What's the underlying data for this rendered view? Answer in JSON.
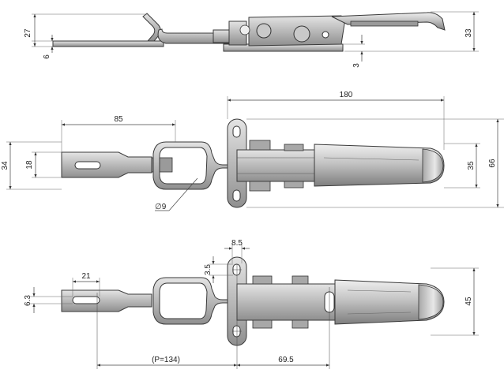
{
  "colors": {
    "metal_light": "#d6d6d6",
    "metal_mid": "#b4b4b4",
    "metal_dark": "#8a8a8a",
    "outline": "#3a3a3a",
    "dimension": "#444444"
  },
  "views": {
    "side": {
      "dims": {
        "height_total": "27",
        "hook_thickness": "6",
        "body_height": "33",
        "base_thickness": "3"
      }
    },
    "top": {
      "dims": {
        "hook_length": "85",
        "overall_length": "180",
        "hook_width": "34",
        "slot_width": "18",
        "body_width": "35",
        "plate_width": "66",
        "loop_diameter": "∅9"
      }
    },
    "bottom": {
      "dims": {
        "hole_spacing": "8.5",
        "hole_offset": "3.5",
        "slot_length": "21",
        "slot_width": "6.3",
        "pitch": "(P=134)",
        "offset": "69.5",
        "body_width": "45"
      }
    }
  }
}
